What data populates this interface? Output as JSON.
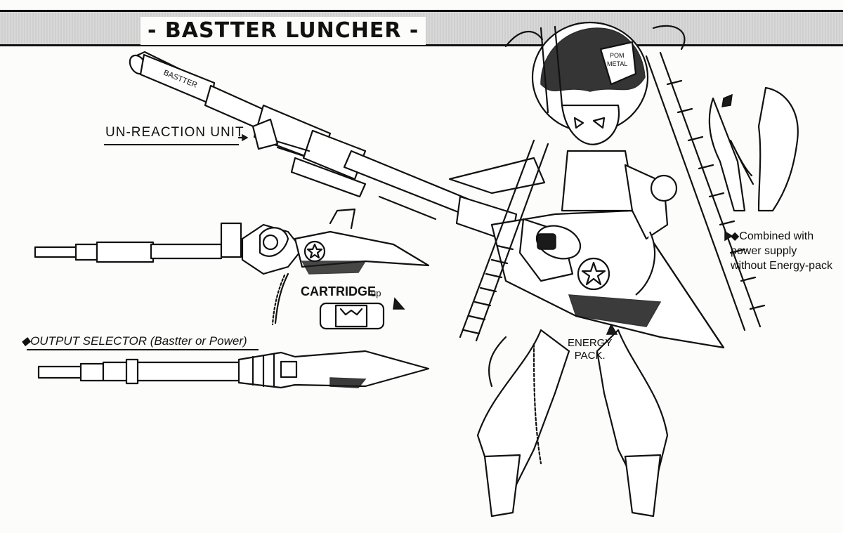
{
  "title": "- BASTTER LUNCHER -",
  "labels": {
    "un_reaction_unit": "UN-REACTION UNIT",
    "cartridge": "CARTRIDGE",
    "cartridge_up": "up",
    "output_selector": "◆OUTPUT SELECTOR (Bastter or Power)",
    "energy_pack_line1": "ENERGY",
    "energy_pack_line2": "PACK.",
    "combined_line1": "◆Combined with",
    "combined_line2": "power supply",
    "combined_line3": "without Energy-pack"
  },
  "art_text": {
    "barrel_engraving": "BASTTER",
    "helmet_logo_line1": "POM",
    "helmet_logo_line2": "METAL"
  },
  "colors": {
    "ink": "#111111",
    "paper": "#fcfcfa",
    "band": "#d0d0d0"
  }
}
